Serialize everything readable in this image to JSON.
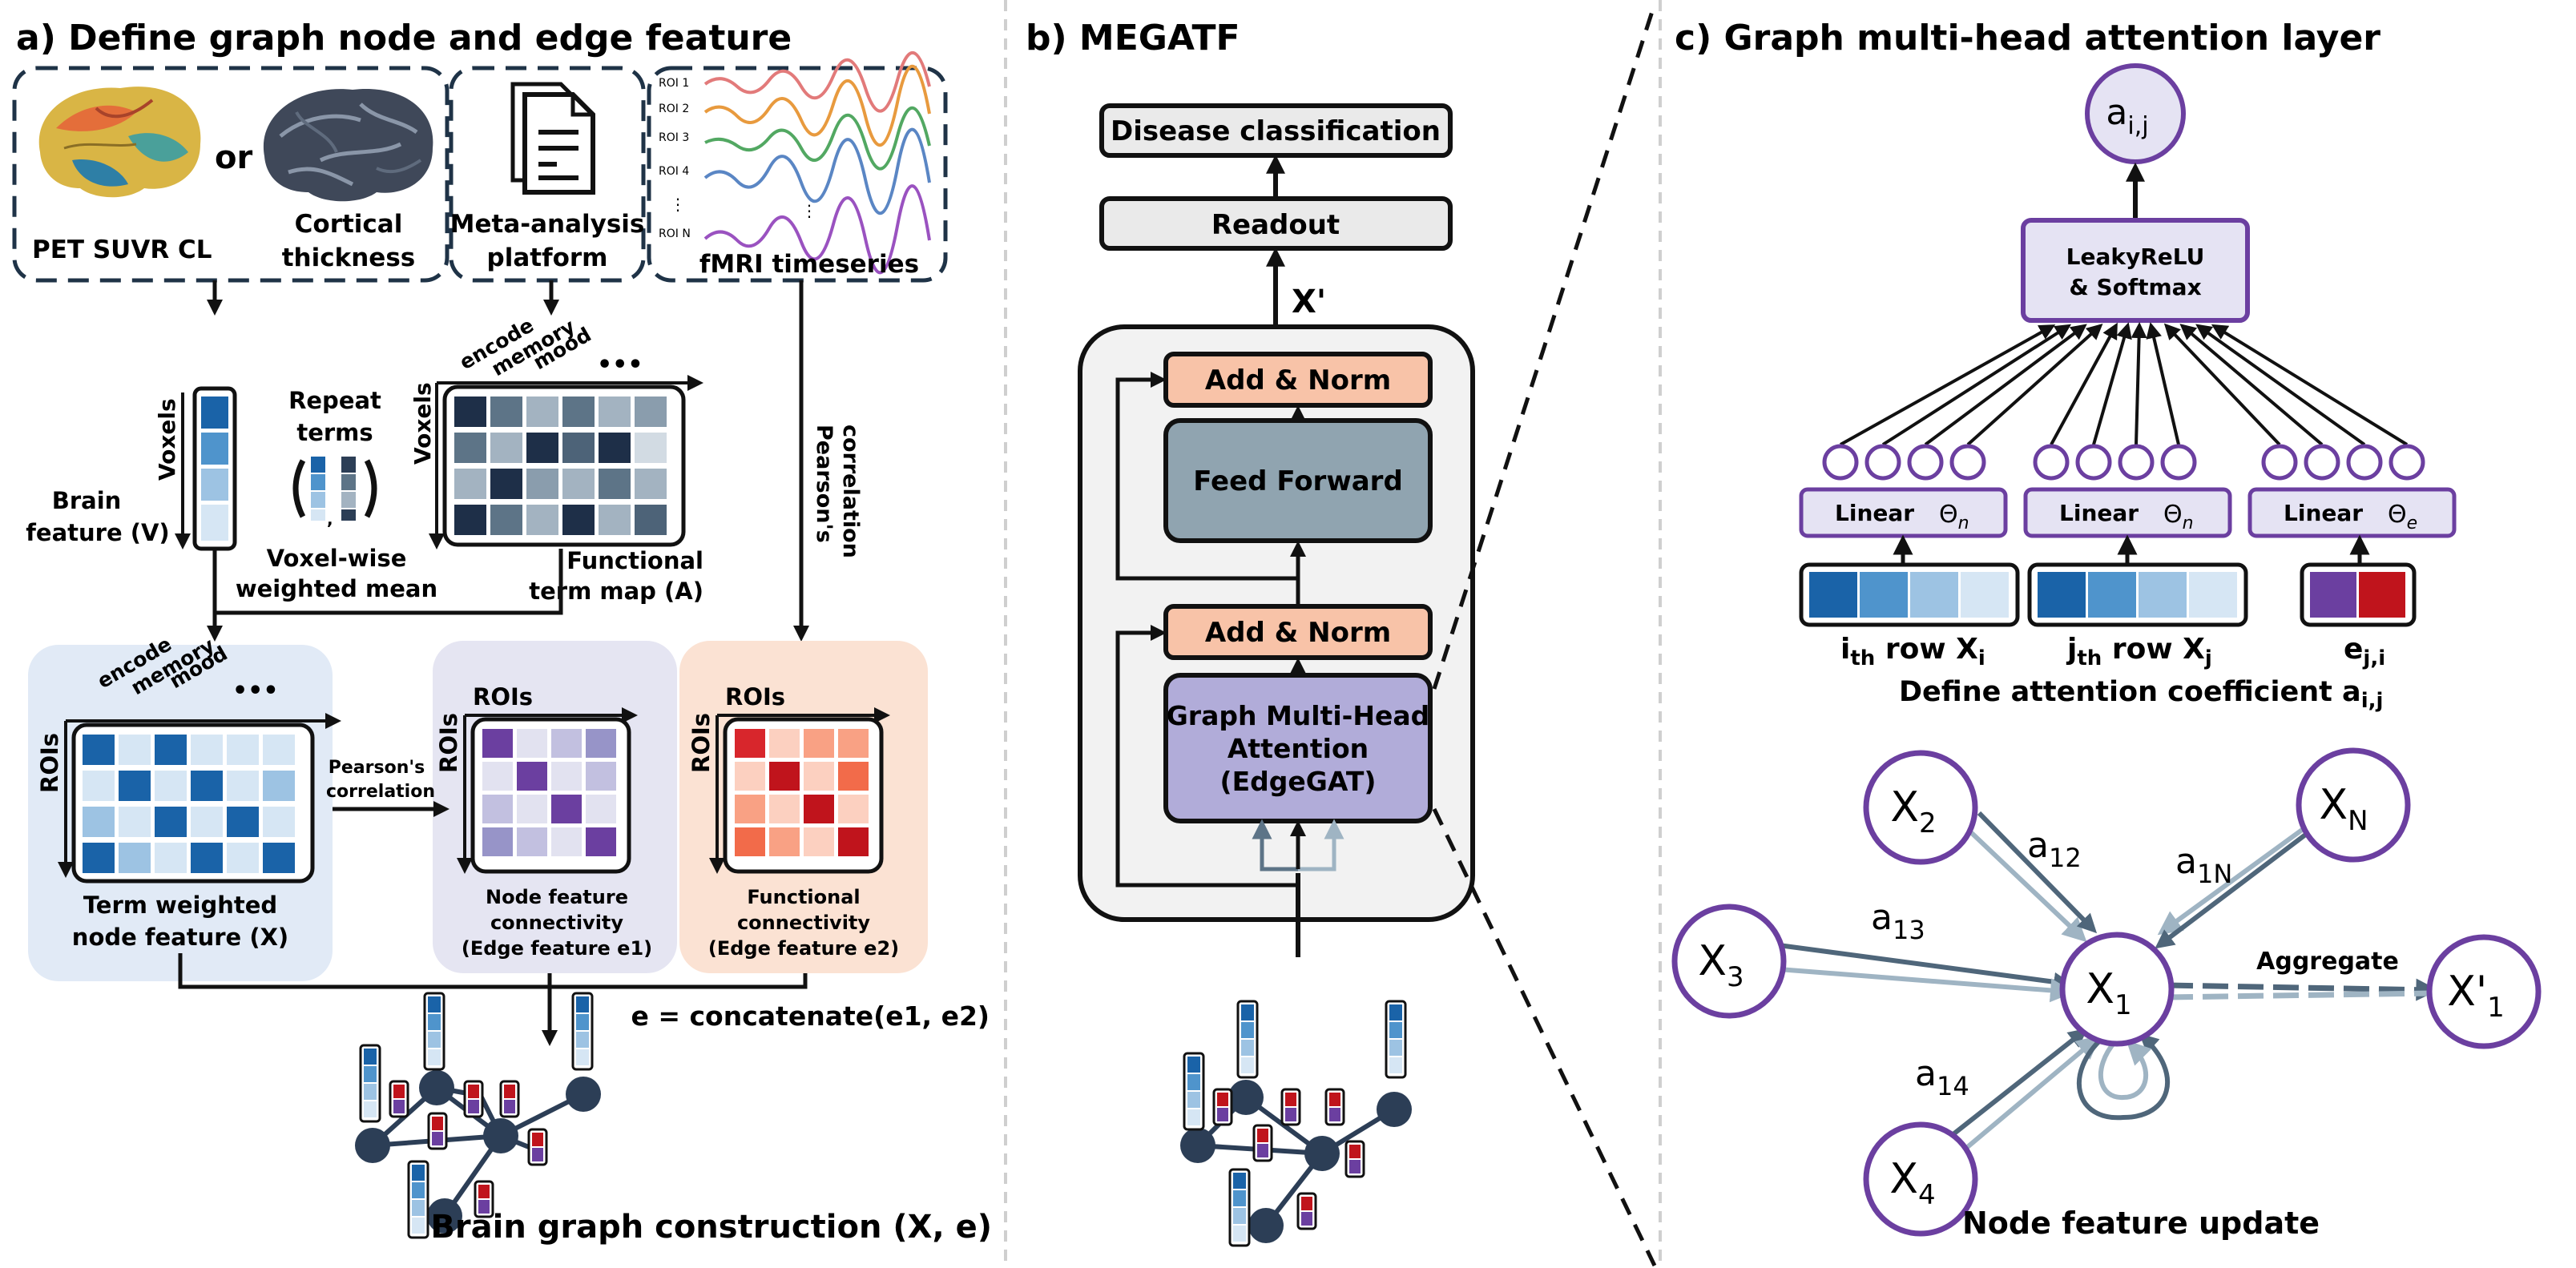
{
  "panel_a": {
    "title": "a) Define graph node and edge feature",
    "pet_label": "PET SUVR CL",
    "or_label": "or",
    "cortical_label": [
      "Cortical",
      "thickness"
    ],
    "meta_label": [
      "Meta-analysis",
      "platform"
    ],
    "fmri_label": "fMRI timeseries",
    "roi_labels": [
      "ROI 1",
      "ROI 2",
      "ROI 3",
      "ROI 4",
      "⋮",
      "ROI N"
    ],
    "voxels_label": "Voxels",
    "brain_feature_label": [
      "Brain",
      "feature (V)"
    ],
    "repeat_terms_label": [
      "Repeat",
      "terms"
    ],
    "voxelwise_label": [
      "Voxel-wise",
      "weighted mean"
    ],
    "term_headers": [
      "encode",
      "memory",
      "mood",
      "•••"
    ],
    "functional_term_label": [
      "Functional",
      "term map (A)"
    ],
    "pearson_vertical_label": [
      "Pearson's",
      "correlation"
    ],
    "rois_label": "ROIs",
    "term_weighted_label": [
      "Term weighted",
      "node feature (X)"
    ],
    "pearson_small_label": [
      "Pearson's",
      "correlation"
    ],
    "node_conn_label": [
      "Node feature",
      "connectivity",
      "(Edge feature e1)"
    ],
    "func_conn_label": [
      "Functional",
      "connectivity",
      "(Edge feature e2)"
    ],
    "concat_label": "e = concatenate(e1, e2)",
    "brain_graph_label": "Brain graph construction (X, e)"
  },
  "panel_b": {
    "title": "b) MEGATF",
    "disease_classification": "Disease classification",
    "readout": "Readout",
    "x_prime": "X'",
    "add_norm_top": "Add & Norm",
    "feed_forward": "Feed Forward",
    "add_norm_bottom": "Add & Norm",
    "attention_block": [
      "Graph Multi-Head",
      "Attention",
      "(EdgeGAT)"
    ]
  },
  "panel_c": {
    "title": "c) Graph multi-head attention layer",
    "a_ij": "a",
    "a_ij_sub": "i,j",
    "leaky_relu": [
      "LeakyReLU",
      "& Softmax"
    ],
    "linear": "Linear",
    "theta_n": "Θ",
    "theta_n_sub": "n",
    "theta_e_sub": "e",
    "ith_row": "row X",
    "ith_prefix": "i",
    "th": "th",
    "jth_prefix": "j",
    "e_ji": "e",
    "e_ji_sub": "j,i",
    "define_label": "Define attention coefficient a",
    "define_sub": "i,j",
    "nodes": {
      "x1": "X",
      "x2": "X",
      "x3": "X",
      "x4": "X",
      "xn": "X",
      "x1p": "X'"
    },
    "node_subs": {
      "x1": "1",
      "x2": "2",
      "x3": "3",
      "x4": "4",
      "xn": "N",
      "x1p": "1"
    },
    "edge_labels": {
      "a12": "12",
      "a13": "13",
      "a14": "14",
      "a1n": "1N"
    },
    "aggregate_label": "Aggregate",
    "node_update_label": "Node feature update"
  },
  "colors": {
    "blue_dark": "#1a63a8",
    "blue_mid": "#4f94cc",
    "blue_light": "#9dc3e3",
    "blue_pale": "#d6e6f4",
    "navy": "#2c3e56",
    "purple": "#6b3fa0",
    "red": "#c0141c",
    "salmon": "#f8c3a8",
    "lavender": "#b1acd9",
    "slate": "#90a4b0"
  }
}
